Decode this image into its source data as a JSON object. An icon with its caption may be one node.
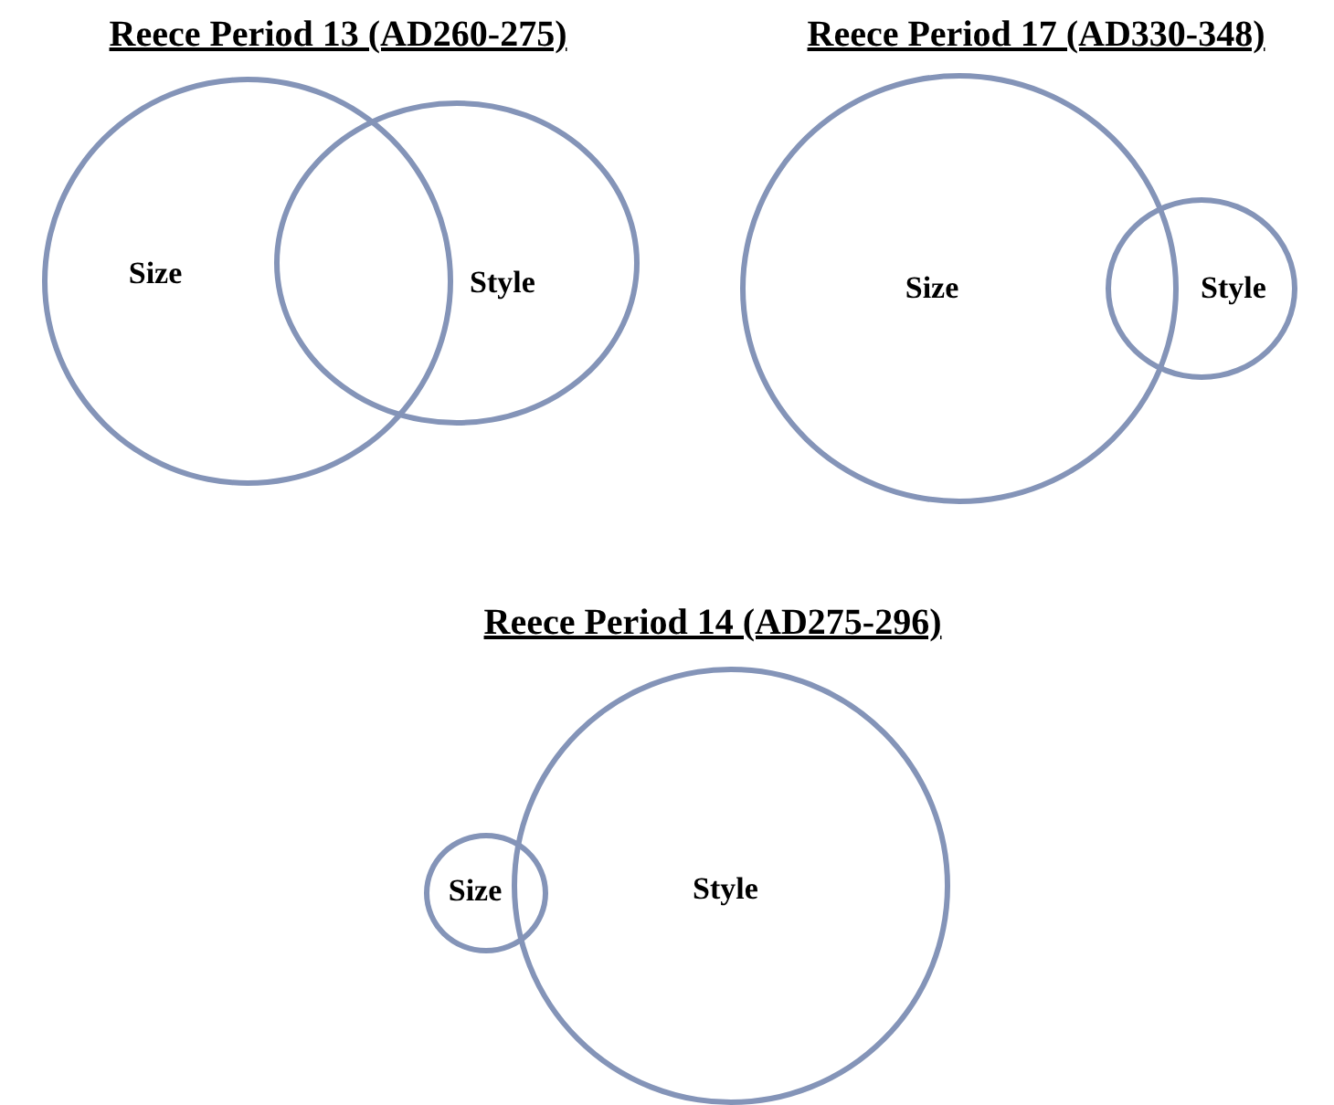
{
  "diagram": {
    "nodes": [
      {
        "text": [
          "Size"
        ]
      },
      {
        "text": [
          "Style"
        ]
      },
      {
        "text": [
          "Size"
        ]
      },
      {
        "text": [
          "Style"
        ]
      },
      {
        "text": [
          "Size"
        ]
      },
      {
        "text": [
          "Style"
        ]
      }
    ],
    "edges": [],
    "labels": [
      "Reece Period 13 (AD260-275)",
      "Reece Period 17 (AD330-348)",
      "Reece Period 14 (AD275-296)"
    ]
  }
}
